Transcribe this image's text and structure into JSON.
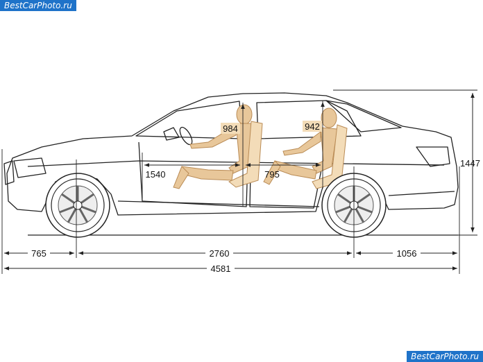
{
  "watermark": {
    "top_left": "BestCarPhoto.ru",
    "bottom_right": "BestCarPhoto.ru"
  },
  "dimensions": {
    "front_headroom": "984",
    "rear_headroom": "942",
    "front_legroom": "1540",
    "rear_legroom": "795",
    "height": "1447",
    "front_overhang": "765",
    "wheelbase": "2760",
    "rear_overhang": "1056",
    "overall_length": "4581"
  },
  "colors": {
    "line": "#222222",
    "occupant": "#e8c79a",
    "occupant_stroke": "#b98b55",
    "watermark_bg": "#1f73c9"
  }
}
